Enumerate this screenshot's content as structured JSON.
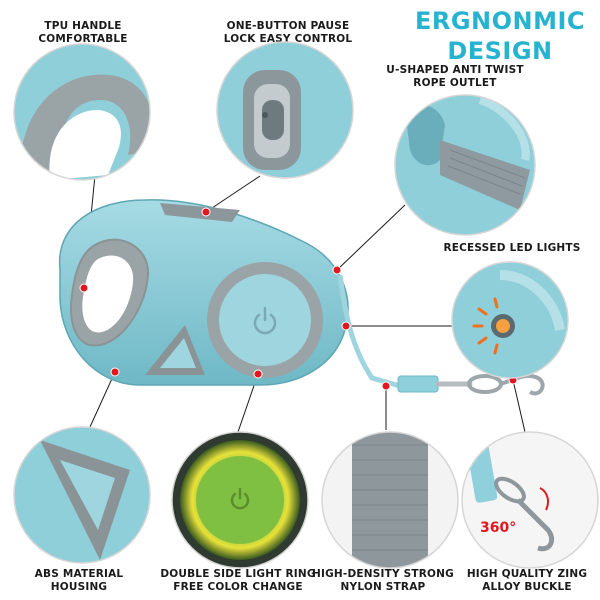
{
  "header": {
    "title_line1": "ERGNONMIC",
    "title_line2": "DESIGN"
  },
  "features": {
    "tpu_handle": {
      "line1": "TPU HANDLE",
      "line2": "COMFORTABLE"
    },
    "one_button": {
      "line1": "ONE-BUTTON PAUSE",
      "line2": "LOCK EASY CONTROL"
    },
    "rope_outlet": {
      "line1": "U-SHAPED ANTI TWIST",
      "line2": "ROPE OUTLET"
    },
    "led_lights": {
      "line1": "RECESSED LED LIGHTS"
    },
    "abs_housing": {
      "line1": "ABS MATERIAL",
      "line2": "HOUSING"
    },
    "light_ring": {
      "line1": "DOUBLE SIDE LIGHT RING",
      "line2": "FREE COLOR CHANGE"
    },
    "nylon_strap": {
      "line1": "HIGH-DENSITY STRONG",
      "line2": "NYLON STRAP"
    },
    "alloy_buckle": {
      "line1": "HIGH QUALITY ZING",
      "line2": "ALLOY BUCKLE"
    }
  },
  "badges": {
    "rotation": "360°"
  },
  "colors": {
    "housing_blue": "#8fcfda",
    "housing_dark": "#6fb7c4",
    "grip_gray": "#9aa3a6",
    "title_blue": "#27b3cf",
    "marker_red": "#e0171f",
    "led_orange": "#f07020"
  }
}
